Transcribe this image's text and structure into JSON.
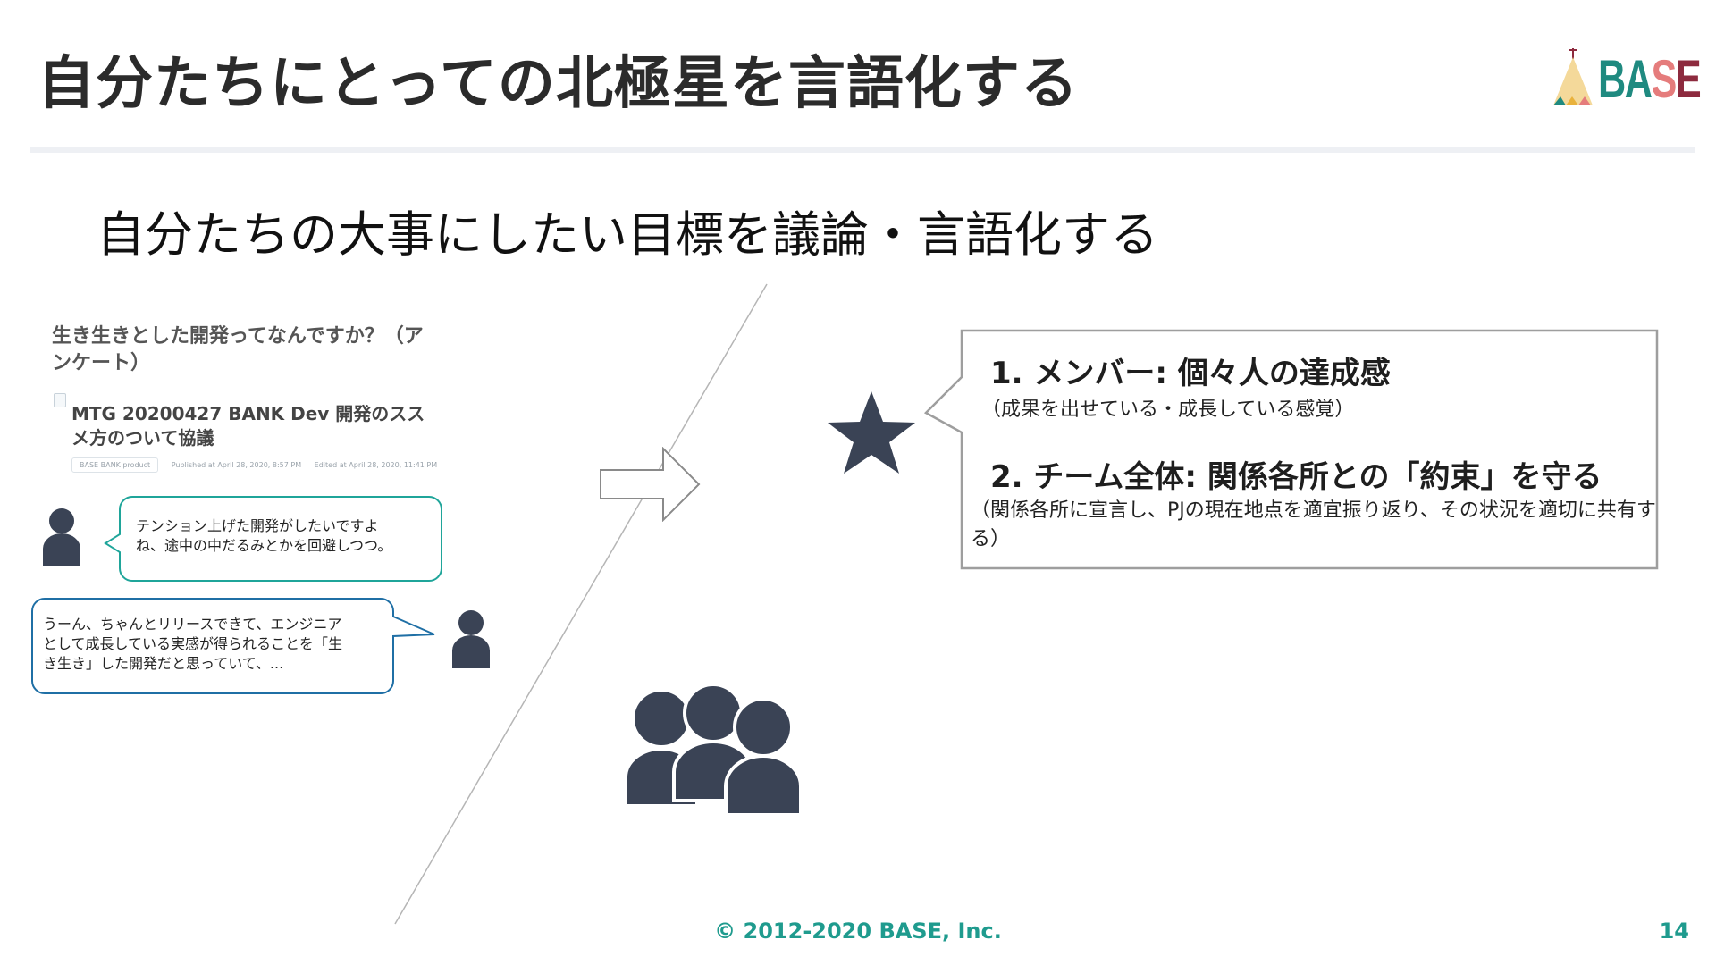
{
  "slide": {
    "title": "自分たちにとっての北極星を言語化する",
    "subtitle": "自分たちの大事にしたい目標を議論・言語化する",
    "page_number": "14",
    "footer": "© 2012-2020 BASE, Inc."
  },
  "logo": {
    "text": "BASE",
    "colors": [
      "#e9b23c",
      "#1f8a80",
      "#e57c7c",
      "#8d2a3e"
    ]
  },
  "article": {
    "question": "生き生きとした開発ってなんですか？（アンケート）",
    "doc_title": "MTG 20200427 BANK Dev 開発のススメ方のついて協議",
    "tag": "BASE BANK product",
    "published": "Published at April 28, 2020, 8:57 PM",
    "edited": "Edited at April 28, 2020, 11:41 PM"
  },
  "bubbles": {
    "first": {
      "text_line1": "テンション上げた開発がしたいですよ",
      "text_line2": "ね、途中の中だるみとかを回避しつつ。",
      "border": "#1fa59a"
    },
    "second": {
      "text_line1": "うーん、ちゃんとリリースできて、エンジニア",
      "text_line2": "として成長している実感が得られることを「生",
      "text_line3": "き生き」した開発だと思っていて、...",
      "border": "#1f6fa5"
    }
  },
  "callout": {
    "item1_title": "1. メンバー: 個々人の達成感",
    "item1_note": "（成果を出せている・成長している感覚）",
    "item2_title": "2. チーム全体: 関係各所との「約束」を守る",
    "item2_note": "（関係各所に宣言し、PJの現在地点を適宜振り返り、その状況を適切に共有する）"
  },
  "icons": {
    "person": "person-icon",
    "star": "star-icon",
    "group": "group-icon",
    "arrow": "arrow-right-icon",
    "color": "#3a4355"
  }
}
